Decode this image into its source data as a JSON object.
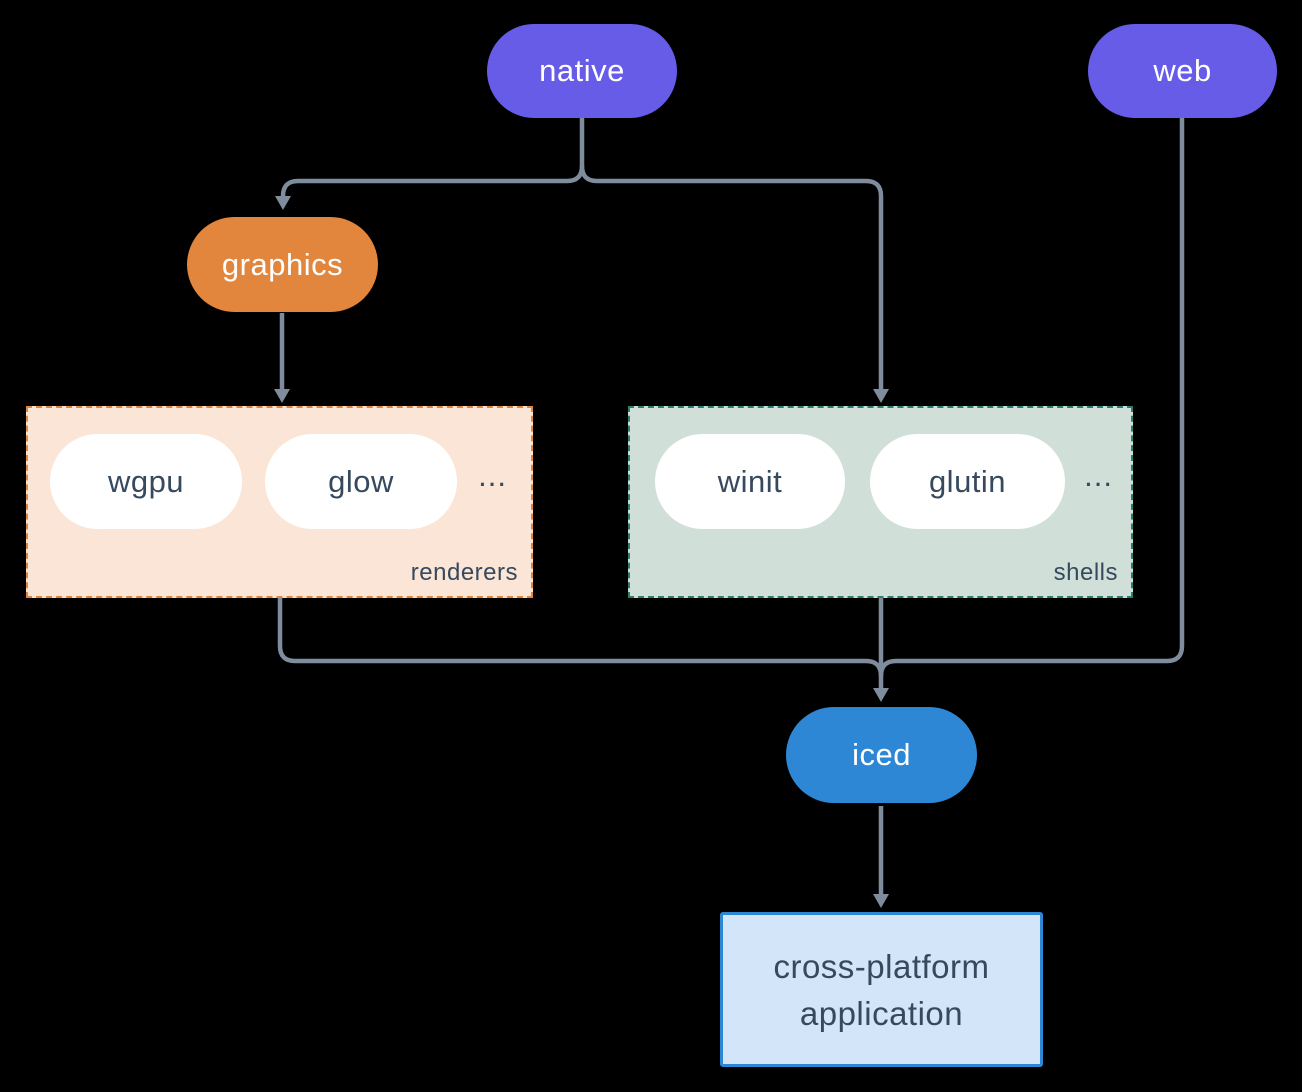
{
  "diagram": {
    "nodes": {
      "native": "native",
      "web": "web",
      "graphics": "graphics",
      "iced": "iced"
    },
    "renderers_group": {
      "label": "renderers",
      "pills": [
        "wgpu",
        "glow"
      ],
      "more": "..."
    },
    "shells_group": {
      "label": "shells",
      "pills": [
        "winit",
        "glutin"
      ],
      "more": "..."
    },
    "app_box": {
      "line1": "cross-platform",
      "line2": "application"
    },
    "colors": {
      "background": "#000000",
      "platform_pill": "#675ce8",
      "graphics_pill": "#e2863d",
      "iced_pill": "#2e87d5",
      "white_pill": "#ffffff",
      "renderers_fill": "#fbe5d6",
      "renderers_border": "#e2863d",
      "shells_fill": "#d0e0d8",
      "shells_border": "#2e7d6e",
      "app_fill": "#d3e5f8",
      "app_border": "#2e87d5",
      "connector": "#7e8c9d",
      "dark_text": "#36495e",
      "light_text": "#ffffff"
    }
  }
}
